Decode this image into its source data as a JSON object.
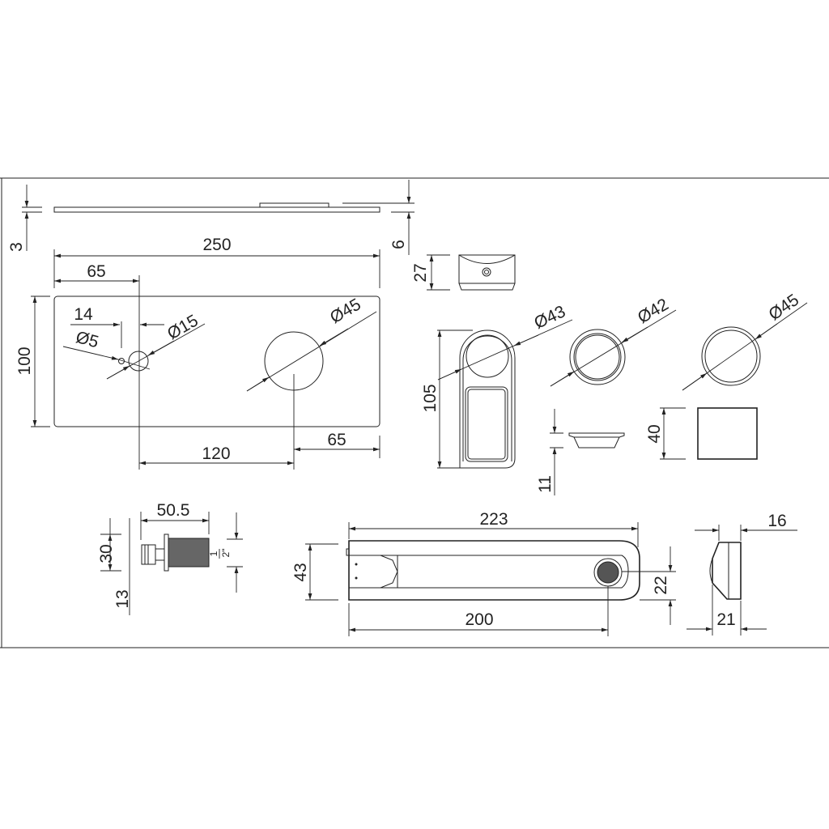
{
  "colors": {
    "line": "#222222",
    "background": "#ffffff"
  },
  "top_view": {
    "thickness": "3",
    "raised": "6"
  },
  "plate": {
    "width": "250",
    "hole_offset": "65",
    "height": "100",
    "hole_spacing": "14",
    "small_hole": "Ø15",
    "tiny_hole": "Ø5",
    "large_hole": "Ø45",
    "center_distance": "120",
    "right_offset": "65"
  },
  "faucet_front": {
    "height": "27"
  },
  "holder": {
    "diameter": "Ø43",
    "length": "105"
  },
  "ring_42": {
    "diameter": "Ø42"
  },
  "ring_45": {
    "diameter": "Ø45"
  },
  "cup": {
    "height": "11"
  },
  "block": {
    "height": "40"
  },
  "fitting": {
    "length": "50.5",
    "height": "30",
    "offset": "13",
    "thread_num": "1",
    "thread_den": "2\""
  },
  "spout": {
    "length": "223",
    "height": "43",
    "aerator_distance": "200",
    "aerator_size": "22"
  },
  "spout_side": {
    "top": "16",
    "bottom": "21"
  }
}
